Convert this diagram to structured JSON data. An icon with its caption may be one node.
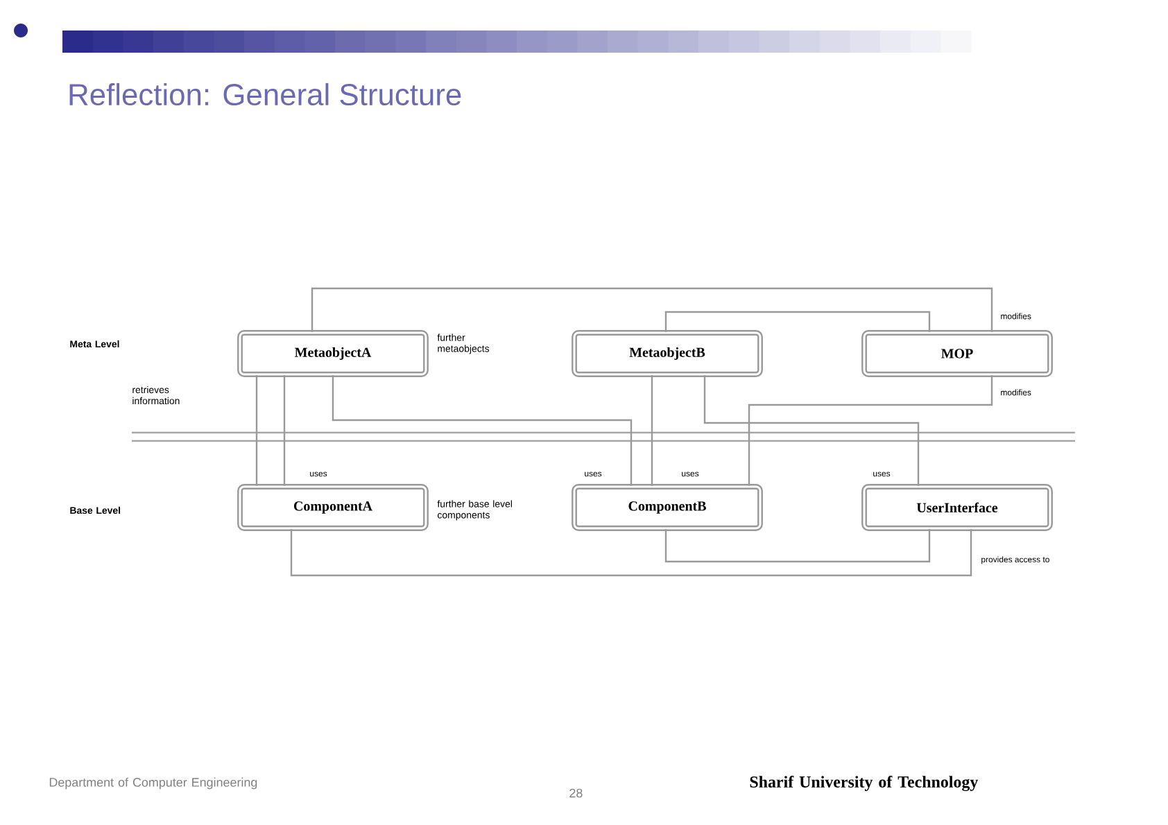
{
  "diagram": {
    "title": "Reflection: General Structure",
    "nodes": [
      {
        "text": [
          "MetaobjectA"
        ]
      },
      {
        "text": [
          "MetaobjectB"
        ]
      },
      {
        "text": [
          "MOP"
        ]
      },
      {
        "text": [
          "ComponentA"
        ]
      },
      {
        "text": [
          "ComponentB"
        ]
      },
      {
        "text": [
          "UserInterface"
        ]
      }
    ],
    "edges": [
      {
        "from": 0,
        "to": 2,
        "arrow": "none",
        "label": "modifies"
      },
      {
        "from": 1,
        "to": 2,
        "arrow": "none"
      },
      {
        "from": 2,
        "to": 4,
        "arrow": "none",
        "label": "modifies"
      },
      {
        "from": 0,
        "to": 3,
        "arrow": "none"
      },
      {
        "from": 0,
        "to": 3,
        "arrow": "none",
        "label": "uses"
      },
      {
        "from": 0,
        "to": 4,
        "arrow": "none",
        "label": "uses"
      },
      {
        "from": 1,
        "to": 4,
        "arrow": "none",
        "label": "uses"
      },
      {
        "from": 1,
        "to": 5,
        "arrow": "none",
        "label": "uses"
      },
      {
        "from": 3,
        "to": 5,
        "arrow": "none",
        "label": "provides access to"
      },
      {
        "from": 4,
        "to": 5,
        "arrow": "none"
      }
    ],
    "labels": [
      "Meta Level",
      "further metaobjects",
      "retrieves information",
      "Base Level",
      "further base level components",
      "Department of Computer Engineering",
      "28",
      "Sharif University of Technology"
    ]
  }
}
